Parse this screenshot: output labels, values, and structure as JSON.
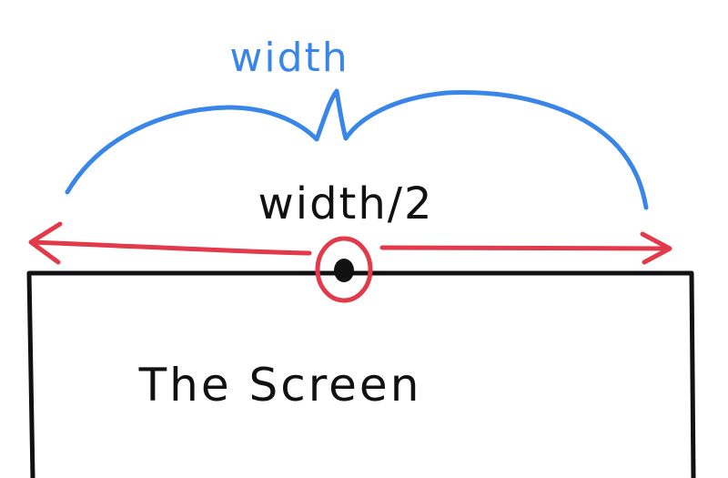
{
  "labels": {
    "width": "width",
    "half_width": "width/2",
    "screen": "The Screen"
  },
  "colors": {
    "width_brace": "#3a86e8",
    "half_width_arrows": "#e2394b",
    "ink": "#111111",
    "background": "#ffffff"
  }
}
